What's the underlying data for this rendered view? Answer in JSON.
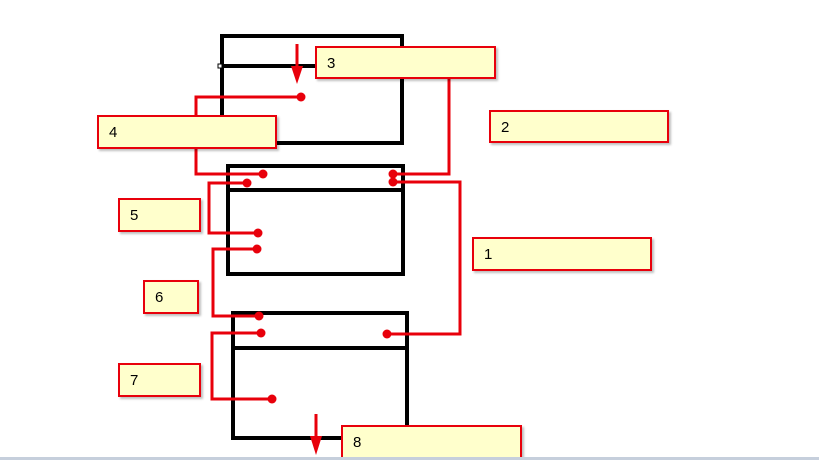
{
  "callouts": {
    "c1": "1",
    "c2": "2",
    "c3": "3",
    "c4": "4",
    "c5": "5",
    "c6": "6",
    "c7": "7",
    "c8": "8"
  },
  "colors": {
    "connector": "#e8000b",
    "callout_fill": "#ffffcc",
    "box_stroke": "#000000"
  }
}
